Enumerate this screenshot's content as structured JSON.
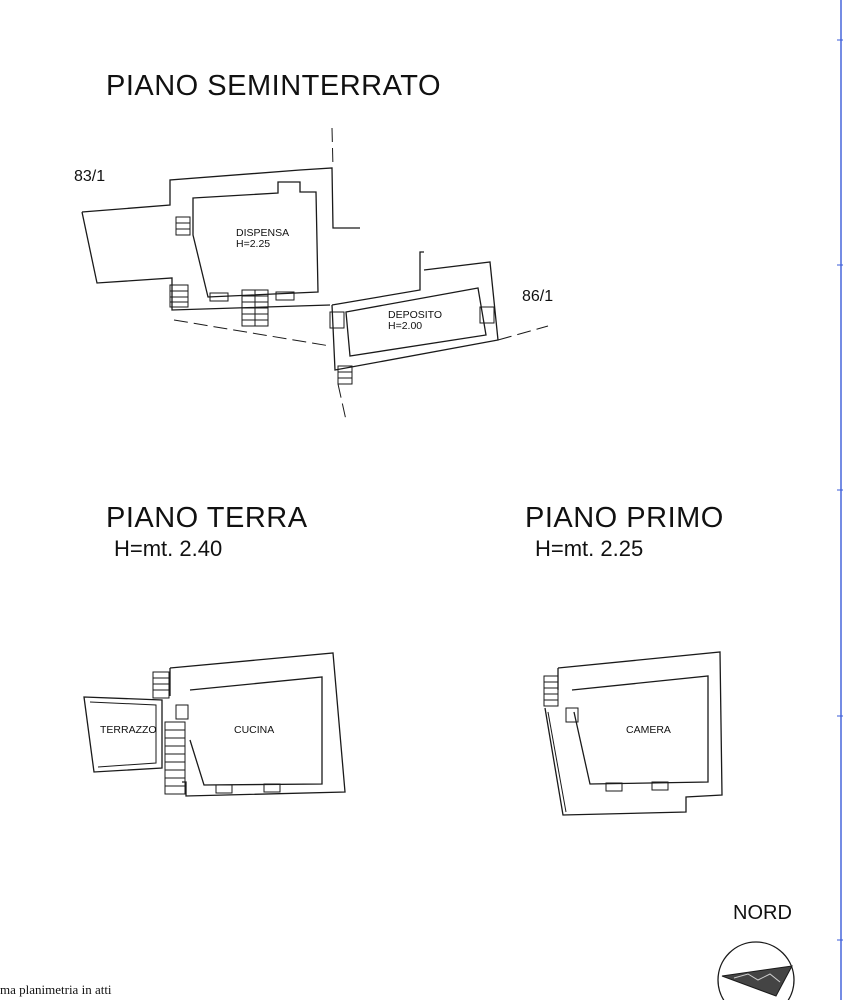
{
  "titles": {
    "seminterrato": "PIANO SEMINTERRATO",
    "terra": "PIANO TERRA",
    "terra_height": "H=mt. 2.40",
    "primo": "PIANO PRIMO",
    "primo_height": "H=mt. 2.25"
  },
  "parcels": {
    "left": "83/1",
    "right": "86/1"
  },
  "rooms": {
    "dispensa": {
      "name": "DISPENSA",
      "height": "H=2.25"
    },
    "deposito": {
      "name": "DEPOSITO",
      "height": "H=2.00"
    },
    "terrazzo": {
      "name": "TERRAZZO"
    },
    "cucina": {
      "name": "CUCINA"
    },
    "camera": {
      "name": "CAMERA"
    }
  },
  "north": {
    "label": "NORD",
    "icon": "north-arrow-icon"
  },
  "footnote": "ma planimetria in atti",
  "colors": {
    "line": "#1a1a1a",
    "edge_blue": "#3a5bd9"
  }
}
